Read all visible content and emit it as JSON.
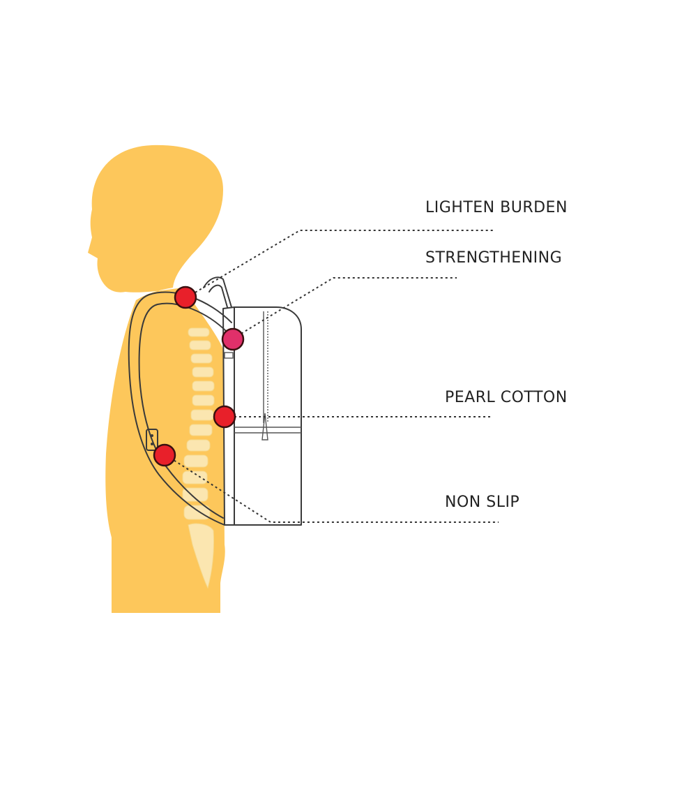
{
  "colors": {
    "silhouette": "#fdc75b",
    "spine": "#fbe6b0",
    "marker_fill": "#e8202a",
    "marker_fill_pink": "#e0306a",
    "marker_stroke": "#3a1010",
    "line": "#333333",
    "label": "#222222"
  },
  "callouts": [
    {
      "label": "LIGHTEN BURDEN",
      "marker": "shoulder-strap-top"
    },
    {
      "label": "STRENGTHENING",
      "marker": "strap-joint"
    },
    {
      "label": "PEARL COTTON",
      "marker": "back-panel"
    },
    {
      "label": "NON SLIP",
      "marker": "strap-buckle"
    }
  ]
}
